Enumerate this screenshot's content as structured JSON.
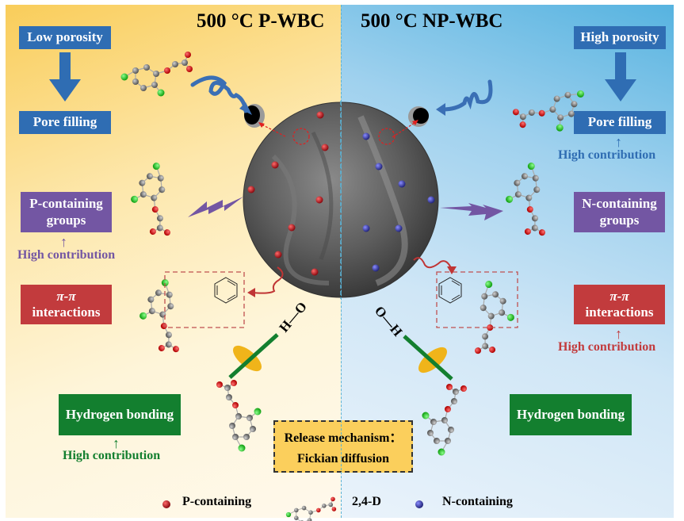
{
  "panels": {
    "left": {
      "title": "500 °C P-WBC",
      "porosity": "Low porosity",
      "pore_filling": "Pore filling",
      "functional_groups": [
        "P-containing",
        "groups"
      ],
      "functional_contribution": "High contribution",
      "pi_pi": [
        "π-π",
        "interactions"
      ],
      "hydrogen_bonding": "Hydrogen bonding",
      "hydrogen_contribution": "High contribution",
      "hbond_label": "H—O"
    },
    "right": {
      "title": "500 °C NP-WBC",
      "porosity": "High porosity",
      "pore_filling": "Pore filling",
      "pore_contribution": "High contribution",
      "functional_groups": [
        "N-containing",
        "groups"
      ],
      "pi_pi": [
        "π-π",
        "interactions"
      ],
      "pi_contribution": "High contribution",
      "hydrogen_bonding": "Hydrogen bonding",
      "hbond_label": "O—H"
    }
  },
  "release": {
    "line1": "Release mechanism：",
    "line2": "Fickian diffusion"
  },
  "legend": {
    "p_containing": "P-containing",
    "molecule": "2,4-D",
    "n_containing": "N-containing"
  },
  "colors": {
    "blue_box": "#2f6db3",
    "purple_box": "#7356a3",
    "red_box": "#c23b3d",
    "green_box": "#137f2f",
    "p_dot": "#b3141b",
    "n_dot": "#3b3fa8",
    "release_box": "#fbcf5c"
  },
  "icons": {
    "arrow_down": "down-arrow-icon",
    "lightning": "lightning-bolt-icon",
    "pore": "pore-icon",
    "benzene": "benzene-ring-icon",
    "molecule": "2-4-d-molecule-icon"
  }
}
